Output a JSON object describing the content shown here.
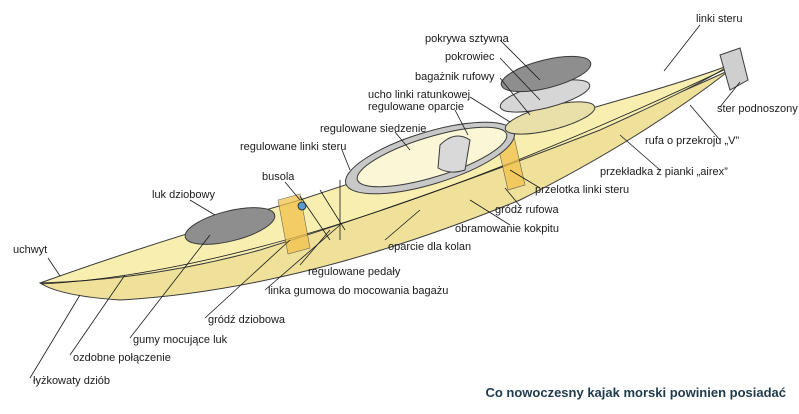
{
  "caption": "Co nowoczesny kajak morski powinien posiadać",
  "colors": {
    "hull": "#f7eeb0",
    "hull_stroke": "#3a3a3a",
    "bulkhead": "#f2c24a",
    "hatch_cover": "#8e8e8e",
    "cockpit_rim": "#c8c8c8",
    "caption": "#1f3a4a"
  },
  "labels": {
    "linki_steru": "linki steru",
    "pokrywa_sztywna": "pokrywa sztywna",
    "pokrowiec": "pokrowiec",
    "bagaznik_rufowy": "bagażnik rufowy",
    "ucho_linki": "ucho linki ratunkowej",
    "regulowane_oparcie": "regulowane oparcie",
    "regulowane_siedzenie": "regulowane siedzenie",
    "regulowane_linki_steru": "regulowane linki steru",
    "busola": "busola",
    "luk_dziobowy": "luk dziobowy",
    "uchwyt": "uchwyt",
    "ster_podnoszony": "ster podnoszony",
    "rufa": "rufa o przekroju „V”",
    "przekladka": "przekładka z pianki „airex”",
    "przelotka": "przelotka linki steru",
    "grodz_rufowa": "gródź rufowa",
    "obramowanie": "obramowanie kokpitu",
    "oparcie_kolan": "oparcie dla kolan",
    "regulowane_pedaly": "regulowane pedały",
    "linka_gumowa": "linka gumowa do mocowania bagażu",
    "grodz_dziobowa": "gródź dziobowa",
    "gumy_mocujace": "gumy mocujące luk",
    "ozdobne": "ozdobne połączenie",
    "lyzkowaty": "łyżkowaty dziób"
  }
}
